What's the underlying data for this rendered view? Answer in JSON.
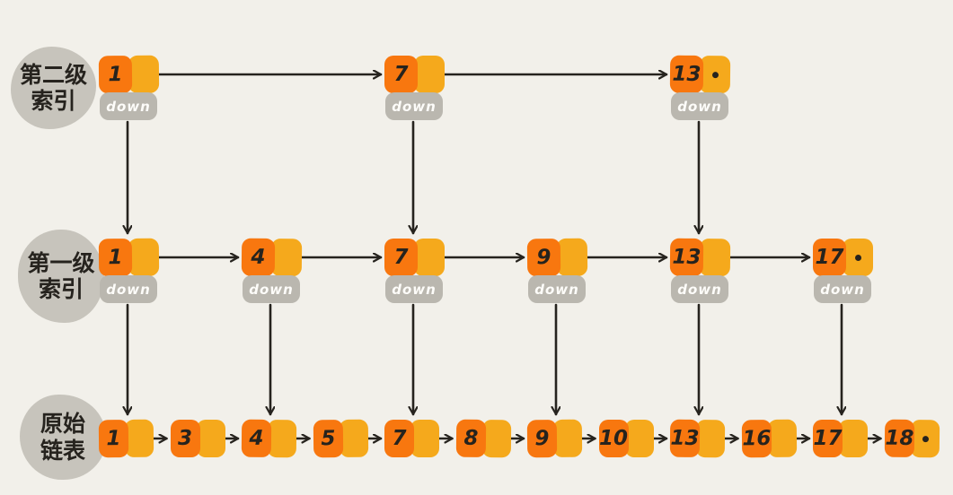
{
  "diagram": "skip-list",
  "down_label": "down",
  "colors": {
    "background": "#f2f0ea",
    "value_cell": "#f8770f",
    "pointer_cell": "#f5a91c",
    "down_pill": "#bab7af",
    "label_blob": "#c7c4bc",
    "ink": "#26231e"
  },
  "levels": [
    {
      "name": "second-level-index",
      "label_lines": [
        "第二级",
        "索引"
      ],
      "has_down": true,
      "nodes": [
        {
          "value": "1"
        },
        {
          "value": "7"
        },
        {
          "value": "13",
          "null_pointer": true
        }
      ]
    },
    {
      "name": "first-level-index",
      "label_lines": [
        "第一级",
        "索引"
      ],
      "has_down": true,
      "nodes": [
        {
          "value": "1"
        },
        {
          "value": "4"
        },
        {
          "value": "7"
        },
        {
          "value": "9"
        },
        {
          "value": "13"
        },
        {
          "value": "17",
          "null_pointer": true
        }
      ]
    },
    {
      "name": "original-linked-list",
      "label_lines": [
        "原始",
        "链表"
      ],
      "has_down": false,
      "nodes": [
        {
          "value": "1"
        },
        {
          "value": "3"
        },
        {
          "value": "4"
        },
        {
          "value": "5"
        },
        {
          "value": "7"
        },
        {
          "value": "8"
        },
        {
          "value": "9"
        },
        {
          "value": "10"
        },
        {
          "value": "13"
        },
        {
          "value": "16"
        },
        {
          "value": "17"
        },
        {
          "value": "18",
          "null_pointer": true
        }
      ]
    }
  ]
}
